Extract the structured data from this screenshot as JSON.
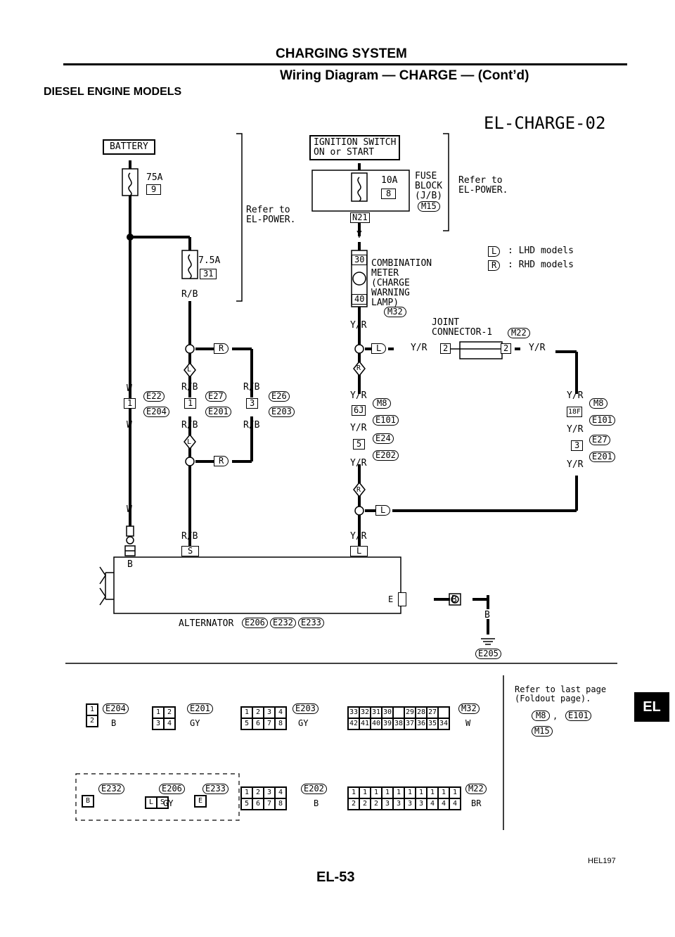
{
  "header": {
    "section_title": "CHARGING SYSTEM",
    "subtitle": "Wiring Diagram — CHARGE — (Cont’d)",
    "model_note": "DIESEL ENGINE MODELS",
    "diagram_code": "EL-CHARGE-02"
  },
  "components": {
    "battery": "BATTERY",
    "fuse_75a": "75A",
    "fuse_75a_no": "9",
    "fuse_7_5a": "7.5A",
    "fuse_7_5a_no": "31",
    "ignition_switch": "IGNITION SWITCH\nON or START",
    "fuse_10a": "10A",
    "fuse_10a_no": "8",
    "fuse_block": "FUSE\nBLOCK\n(J/B)",
    "fuse_block_conn": "M15",
    "n21": "N21",
    "refer_left": "Refer to\nEL-POWER.",
    "refer_right": "Refer to\nEL-POWER.",
    "combination_meter": "COMBINATION\nMETER\n(CHARGE\nWARNING\nLAMP)",
    "pin_30": "30",
    "pin_40": "40",
    "meter_conn": "M32",
    "joint_connector": "JOINT\nCONNECTOR-1",
    "joint_conn": "M22",
    "alternator": "ALTERNATOR",
    "alt_conns": [
      "E206",
      "E232",
      "E233"
    ],
    "ground_conn": "E205"
  },
  "legend": {
    "lhd_sym": "L",
    "lhd": ": LHD models",
    "rhd_sym": "R",
    "rhd": ": RHD models"
  },
  "wire_labels": {
    "w": "W",
    "rb": "R/B",
    "yr": "Y/R",
    "y": "Y",
    "b": "B"
  },
  "connectors": {
    "e22": "E22",
    "e204": "E204",
    "e27": "E27",
    "e201": "E201",
    "e26": "E26",
    "e203": "E203",
    "m8": "M8",
    "e101": "E101",
    "e24": "E24",
    "e202": "E202",
    "pin1": "1",
    "pin2": "2",
    "pin3": "3",
    "pin5": "5",
    "pin6j": "6J",
    "pin18f": "18F",
    "l": "L",
    "r": "R",
    "s": "S",
    "e": "E"
  },
  "footer_refs": {
    "refer": "Refer to last page\n(Foldout page).",
    "refs": [
      "M8",
      "E101",
      "M15"
    ]
  },
  "connector_table": {
    "e204_color": "B",
    "e201_color": "GY",
    "e203_color": "GY",
    "m32_color": "W",
    "e202_color": "B",
    "m22_color": "BR",
    "e206_color": "GY"
  },
  "side_tab": "EL",
  "figure_code": "HEL197",
  "page_number": "EL-53"
}
